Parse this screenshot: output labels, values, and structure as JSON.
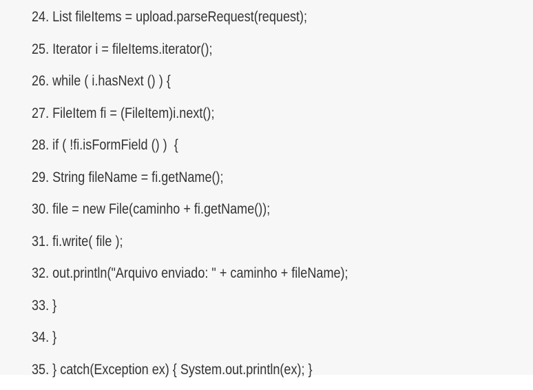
{
  "code": {
    "lines": [
      {
        "num": "24.",
        "text": "List fileItems = upload.parseRequest(request);"
      },
      {
        "num": "25.",
        "text": "Iterator i = fileItems.iterator();"
      },
      {
        "num": "26.",
        "text": "while ( i.hasNext () ) {"
      },
      {
        "num": "27.",
        "text": "FileItem fi = (FileItem)i.next();"
      },
      {
        "num": "28.",
        "text": "if ( !fi.isFormField () )  {"
      },
      {
        "num": "29.",
        "text": "String fileName = fi.getName();"
      },
      {
        "num": "30.",
        "text": "file = new File(caminho + fi.getName());"
      },
      {
        "num": "31.",
        "text": "fi.write( file );"
      },
      {
        "num": "32.",
        "text": "out.println(\"Arquivo enviado: \" + caminho + fileName);"
      },
      {
        "num": "33.",
        "text": "}"
      },
      {
        "num": "34.",
        "text": "}"
      },
      {
        "num": "35.",
        "text": "} catch(Exception ex) { System.out.println(ex); }"
      }
    ]
  }
}
